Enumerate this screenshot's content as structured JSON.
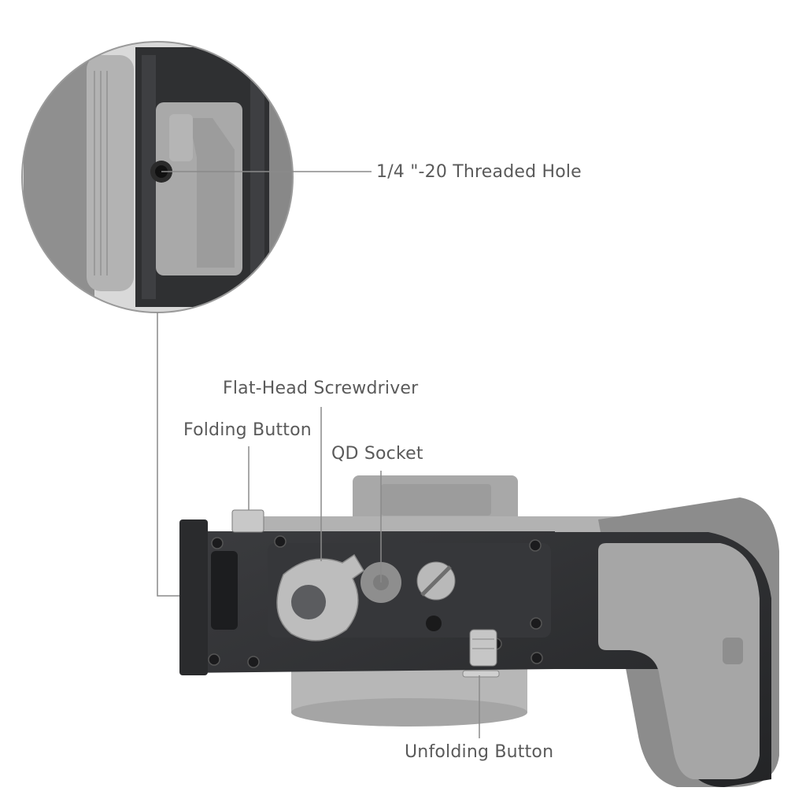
{
  "callouts": {
    "threaded_hole": "1/4 \"-20 Threaded Hole",
    "screwdriver": "Flat-Head Screwdriver",
    "folding_button": "Folding Button",
    "qd_socket": "QD Socket",
    "unfolding_button": "Unfolding Button"
  },
  "colors": {
    "background": "#ffffff",
    "leader_line": "#8a8a8a",
    "label_text": "#5a5a5a",
    "cage_metal": "#2e2f31",
    "camera_body": "#9a9a9a"
  }
}
